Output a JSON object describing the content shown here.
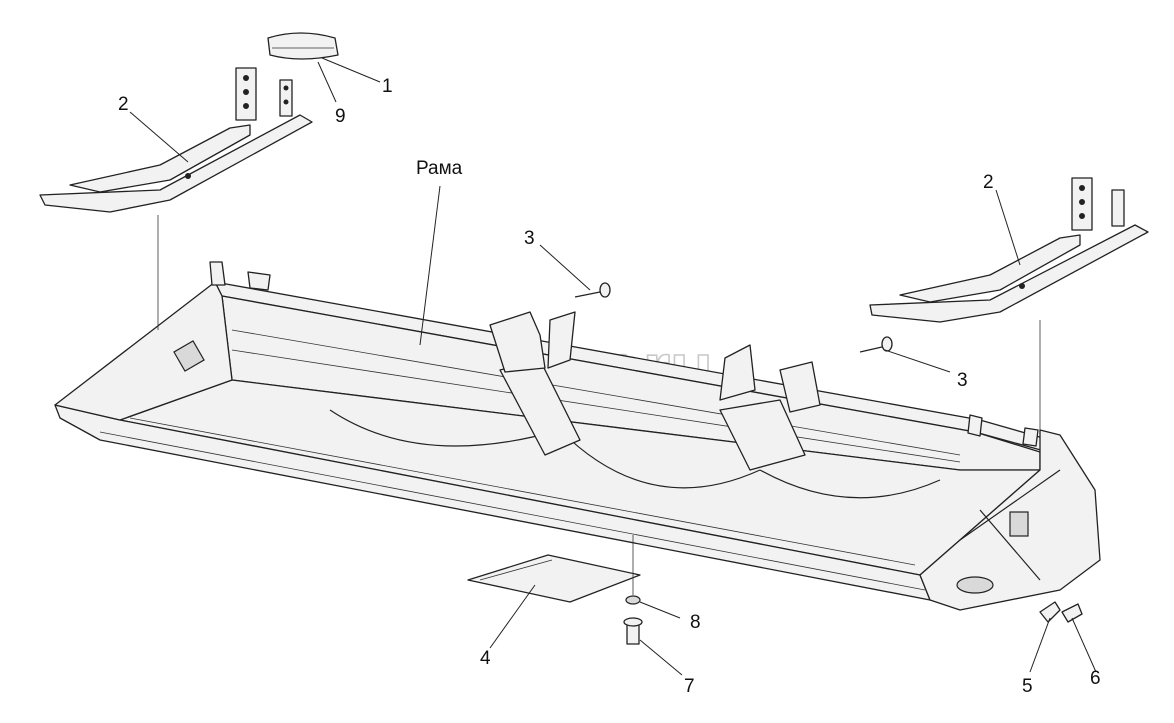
{
  "diagram": {
    "frame_label": "Рама",
    "watermark": "a>autopiter.ru",
    "callouts": [
      {
        "id": "callout-1",
        "text": "1"
      },
      {
        "id": "callout-9",
        "text": "9"
      },
      {
        "id": "callout-2-left",
        "text": "2"
      },
      {
        "id": "callout-2-right",
        "text": "2"
      },
      {
        "id": "callout-3-left",
        "text": "3"
      },
      {
        "id": "callout-3-right",
        "text": "3"
      },
      {
        "id": "callout-4",
        "text": "4"
      },
      {
        "id": "callout-5",
        "text": "5"
      },
      {
        "id": "callout-6",
        "text": "6"
      },
      {
        "id": "callout-7",
        "text": "7"
      },
      {
        "id": "callout-8",
        "text": "8"
      }
    ]
  }
}
